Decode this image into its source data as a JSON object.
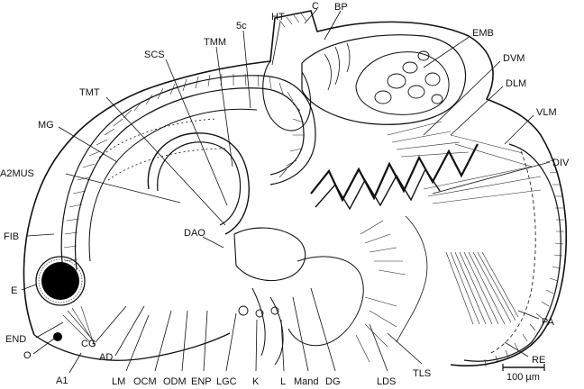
{
  "figure": {
    "labels": {
      "C": "C",
      "BP": "BP",
      "HT": "HT",
      "5c": "5c",
      "EMB": "EMB",
      "TMM": "TMM",
      "SCS": "SCS",
      "DVM": "DVM",
      "DLM": "DLM",
      "TMT": "TMT",
      "VLM": "VLM",
      "MG": "MG",
      "DIV": "DIV",
      "A2MUS": "A2MUS",
      "DAO": "DAO",
      "FIB": "FIB",
      "E": "E",
      "END": "END",
      "O": "O",
      "CG": "CG",
      "AD": "AD",
      "A1": "A1",
      "LM": "LM",
      "OCM": "OCM",
      "ODM": "ODM",
      "ENP": "ENP",
      "LGC": "LGC",
      "K": "K",
      "L": "L",
      "Mand": "Mand",
      "DG": "DG",
      "LDS": "LDS",
      "TLS": "TLS",
      "PA": "PA",
      "RE": "RE"
    },
    "scale_bar": "100 µm"
  }
}
